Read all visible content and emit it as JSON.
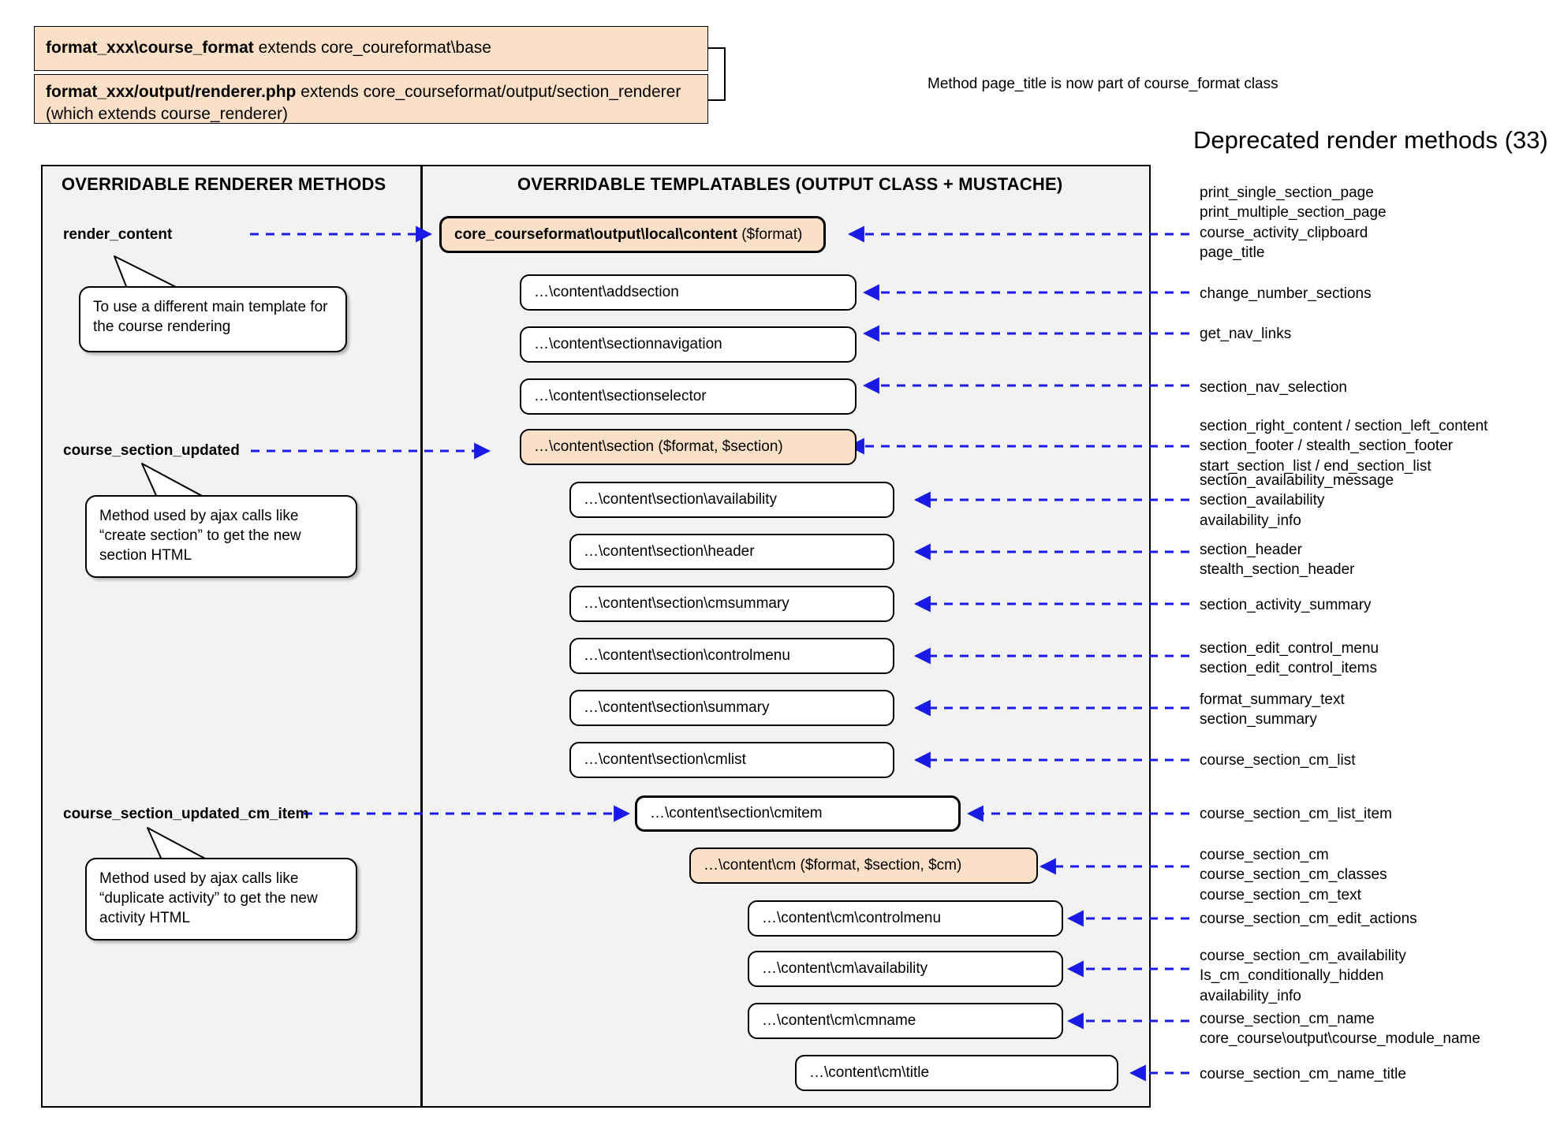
{
  "header": {
    "box1_strong": "format_xxx\\course_format",
    "box1_rest": " extends core_coureformat\\base",
    "box2_strong": "format_xxx/output/renderer.php",
    "box2_rest": " extends core_courseformat/output/section_renderer (which extends course_renderer)",
    "note": "Method page_title is now part of course_format class"
  },
  "deprecated_title": "Deprecated render methods (33)",
  "left_panel": {
    "title": "OVERRIDABLE RENDERER METHODS",
    "methods": [
      {
        "label": "render_content"
      },
      {
        "label": "course_section_updated"
      },
      {
        "label": "course_section_updated_cm_item"
      }
    ],
    "callouts": [
      {
        "text": "To use a different main template for the course rendering"
      },
      {
        "text": "Method used by ajax calls like “create section” to get the new section HTML"
      },
      {
        "text": "Method used by ajax calls like “duplicate activity” to get the new activity HTML"
      }
    ]
  },
  "center_panel": {
    "title": "OVERRIDABLE TEMPLATABLES (OUTPUT CLASS + MUSTACHE)",
    "boxes": [
      {
        "strong": "core_courseformat\\output\\local\\content",
        "rest": " ($format)",
        "accent": true
      },
      {
        "strong": "",
        "rest": "…\\content\\addsection",
        "accent": false
      },
      {
        "strong": "",
        "rest": "…\\content\\sectionnavigation",
        "accent": false
      },
      {
        "strong": "",
        "rest": "…\\content\\sectionselector",
        "accent": false
      },
      {
        "strong": "",
        "rest": "…\\content\\section ($format, $section)",
        "accent": true
      },
      {
        "strong": "",
        "rest": "…\\content\\section\\availability",
        "accent": false
      },
      {
        "strong": "",
        "rest": "…\\content\\section\\header",
        "accent": false
      },
      {
        "strong": "",
        "rest": "…\\content\\section\\cmsummary",
        "accent": false
      },
      {
        "strong": "",
        "rest": "…\\content\\section\\controlmenu",
        "accent": false
      },
      {
        "strong": "",
        "rest": "…\\content\\section\\summary",
        "accent": false
      },
      {
        "strong": "",
        "rest": "…\\content\\section\\cmlist",
        "accent": false
      },
      {
        "strong": "",
        "rest": "…\\content\\section\\cmitem",
        "accent": false
      },
      {
        "strong": "",
        "rest": "…\\content\\cm ($format, $section, $cm)",
        "accent": true
      },
      {
        "strong": "",
        "rest": "…\\content\\cm\\controlmenu",
        "accent": false
      },
      {
        "strong": "",
        "rest": "…\\content\\cm\\availability",
        "accent": false
      },
      {
        "strong": "",
        "rest": "…\\content\\cm\\cmname",
        "accent": false
      },
      {
        "strong": "",
        "rest": "…\\content\\cm\\title",
        "accent": false
      }
    ]
  },
  "deprecated_groups": [
    {
      "lines": [
        "print_single_section_page",
        "print_multiple_section_page",
        "course_activity_clipboard",
        "page_title"
      ]
    },
    {
      "lines": [
        "change_number_sections"
      ]
    },
    {
      "lines": [
        "get_nav_links"
      ]
    },
    {
      "lines": [
        "section_nav_selection"
      ]
    },
    {
      "lines": [
        "section_right_content / section_left_content",
        "section_footer / stealth_section_footer",
        "start_section_list / end_section_list"
      ]
    },
    {
      "lines": [
        "section_availability_message",
        "section_availability",
        "availability_info"
      ]
    },
    {
      "lines": [
        "section_header",
        "stealth_section_header"
      ]
    },
    {
      "lines": [
        "section_activity_summary"
      ]
    },
    {
      "lines": [
        "section_edit_control_menu",
        "section_edit_control_items"
      ]
    },
    {
      "lines": [
        "format_summary_text",
        "section_summary"
      ]
    },
    {
      "lines": [
        "course_section_cm_list"
      ]
    },
    {
      "lines": [
        "course_section_cm_list_item"
      ]
    },
    {
      "lines": [
        "course_section_cm",
        "course_section_cm_classes",
        "course_section_cm_text"
      ]
    },
    {
      "lines": [
        "course_section_cm_edit_actions"
      ]
    },
    {
      "lines": [
        "course_section_cm_availability",
        "Is_cm_conditionally_hidden",
        "availability_info"
      ]
    },
    {
      "lines": [
        "course_section_cm_name",
        "core_course\\output\\course_module_name"
      ]
    },
    {
      "lines": [
        "course_section_cm_name_title"
      ]
    }
  ],
  "colors": {
    "accent_fill": "#fbe0c8",
    "panel_fill": "#f2f2f2",
    "arrow": "#1a1ae6",
    "stroke": "#000000"
  }
}
